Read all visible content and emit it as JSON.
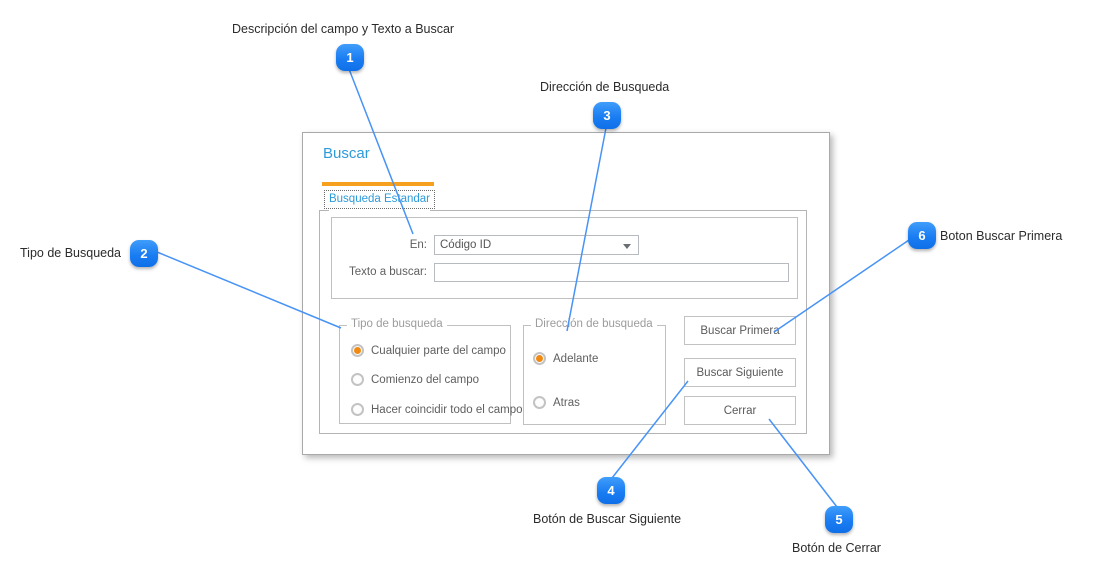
{
  "callouts": [
    {
      "number": "1",
      "label": "Descripción del campo y Texto a Buscar"
    },
    {
      "number": "2",
      "label": "Tipo de Busqueda"
    },
    {
      "number": "3",
      "label": "Dirección de Busqueda"
    },
    {
      "number": "4",
      "label": "Botón de Buscar Siguiente"
    },
    {
      "number": "5",
      "label": "Botón de Cerrar"
    },
    {
      "number": "6",
      "label": "Boton Buscar Primera"
    }
  ],
  "dialog": {
    "title": "Buscar",
    "tab_label": "Busqueda Estandar",
    "fields": {
      "en_label": "En:",
      "en_value": "Código ID",
      "texto_label": "Texto a buscar:",
      "texto_value": ""
    },
    "tipo_group": {
      "caption": "Tipo de busqueda",
      "options": [
        {
          "label": "Cualquier parte del campo",
          "selected": true
        },
        {
          "label": "Comienzo del campo",
          "selected": false
        },
        {
          "label": "Hacer coincidir todo el campo",
          "selected": false
        }
      ]
    },
    "direccion_group": {
      "caption": "Dirección de busqueda",
      "options": [
        {
          "label": "Adelante",
          "selected": true
        },
        {
          "label": "Atras",
          "selected": false
        }
      ]
    },
    "buttons": [
      "Buscar Primera",
      "Buscar Siguiente",
      "Cerrar"
    ]
  },
  "colors": {
    "badge_blue": "#1b7df2",
    "line_blue": "#4793f6",
    "title_blue": "#2e9bd9",
    "accent_orange": "#f6a01e",
    "radio_orange": "#f08a12"
  }
}
